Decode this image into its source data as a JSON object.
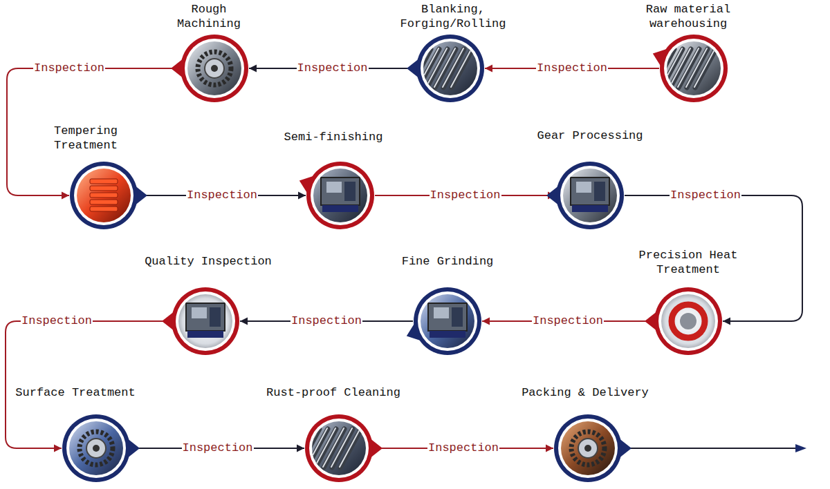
{
  "diagram": {
    "nodes": [
      {
        "text": [
          "Raw material warehousing"
        ]
      },
      {
        "text": [
          "Blanking, Forging/Rolling"
        ]
      },
      {
        "text": [
          "Rough Machining"
        ]
      },
      {
        "text": [
          "Tempering Treatment"
        ]
      },
      {
        "text": [
          "Semi-finishing"
        ]
      },
      {
        "text": [
          "Gear Processing"
        ]
      },
      {
        "text": [
          "Precision Heat Treatment"
        ]
      },
      {
        "text": [
          "Fine Grinding"
        ]
      },
      {
        "text": [
          "Quality Inspection"
        ]
      },
      {
        "text": [
          "Surface Treatment"
        ]
      },
      {
        "text": [
          "Rust-proof Cleaning"
        ]
      },
      {
        "text": [
          "Packing & Delivery"
        ]
      }
    ],
    "edges": [
      {
        "from": 0,
        "to": 1,
        "label": "Inspection",
        "arrow": "to"
      },
      {
        "from": 1,
        "to": 2,
        "label": "Inspection",
        "arrow": "to"
      },
      {
        "from": 2,
        "to": 3,
        "label": "Inspection",
        "arrow": "to"
      },
      {
        "from": 3,
        "to": 4,
        "label": "Inspection",
        "arrow": "to"
      },
      {
        "from": 4,
        "to": 5,
        "label": "Inspection",
        "arrow": "to"
      },
      {
        "from": 5,
        "to": 6,
        "label": "Inspection",
        "arrow": "to"
      },
      {
        "from": 6,
        "to": 7,
        "label": "Inspection",
        "arrow": "to"
      },
      {
        "from": 7,
        "to": 8,
        "label": "Inspection",
        "arrow": "to"
      },
      {
        "from": 8,
        "to": 9,
        "label": "Inspection",
        "arrow": "to"
      },
      {
        "from": 9,
        "to": 10,
        "label": "Inspection",
        "arrow": "to"
      },
      {
        "from": 10,
        "to": 11,
        "label": "Inspection",
        "arrow": "to"
      }
    ]
  }
}
